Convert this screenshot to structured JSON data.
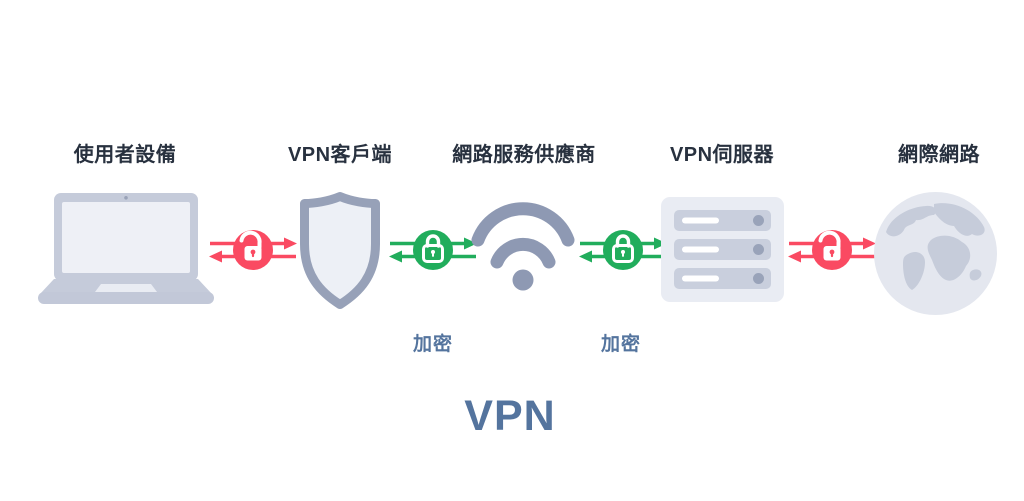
{
  "diagram": {
    "title": "VPN",
    "nodes": [
      {
        "label": "使用者設備",
        "icon": "laptop-icon"
      },
      {
        "label": "VPN客戶端",
        "icon": "shield-icon"
      },
      {
        "label": "網路服務供應商",
        "icon": "wifi-icon"
      },
      {
        "label": "VPN伺服器",
        "icon": "server-icon"
      },
      {
        "label": "網際網路",
        "icon": "globe-icon"
      }
    ],
    "links": [
      {
        "state": "unencrypted",
        "icon": "unlock-icon",
        "color": "#fa4a62"
      },
      {
        "state": "encrypted",
        "icon": "lock-icon",
        "label": "加密",
        "color": "#21ad5c"
      },
      {
        "state": "encrypted",
        "icon": "lock-icon",
        "label": "加密",
        "color": "#21ad5c"
      },
      {
        "state": "unencrypted",
        "icon": "unlock-icon",
        "color": "#fa4a62"
      }
    ],
    "colors": {
      "unencrypted_red": "#fa4a62",
      "encrypted_green": "#21ad5c",
      "node_label": "#28313f",
      "accent_blue": "#54749e",
      "icon_gray": "#8e99b3",
      "icon_light_fill": "#edf0f6",
      "device_gray": "#c5cbda",
      "background": "#ffffff"
    }
  }
}
